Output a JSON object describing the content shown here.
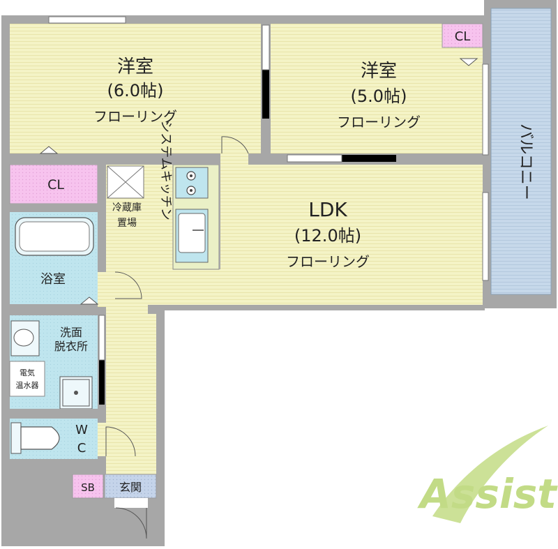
{
  "rooms": {
    "western1": {
      "name": "洋室",
      "size": "(6.0帖)",
      "floor": "フローリング"
    },
    "western2": {
      "name": "洋室",
      "size": "(5.0帖)",
      "floor": "フローリング"
    },
    "ldk": {
      "name": "LDK",
      "size": "(12.0帖)",
      "floor": "フローリング"
    },
    "balcony": "バルコニー",
    "closet_top": "CL",
    "closet_left": "CL",
    "fridge_space": "冷蔵庫置場",
    "kitchen": "システムキッチン",
    "bath": "浴室",
    "washroom": "洗面脱衣所",
    "water_heater": "電気温水器",
    "toilet": "WC",
    "shoe_box": "SB",
    "entrance": "玄関"
  },
  "logo": {
    "text": "Assist"
  },
  "colors": {
    "wall": "#a7a7a7",
    "flooring": "#f4f3c6",
    "closet": "#f7c3ee",
    "water": "#bfe5ee",
    "entrance": "#c5d4ea",
    "balcony": "#c6d8ea",
    "logo": "#c7de8c"
  }
}
